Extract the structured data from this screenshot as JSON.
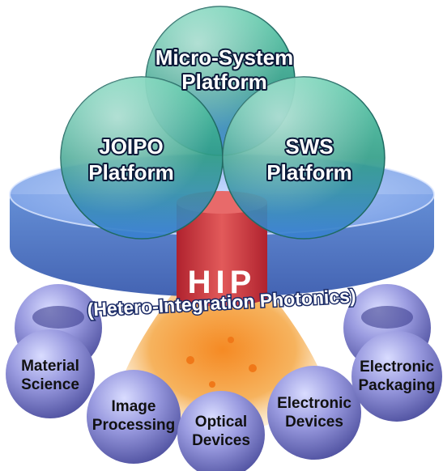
{
  "center": {
    "title": "HIP",
    "subtitle": "(Hetero-Integration Photonics)"
  },
  "platforms": [
    {
      "line1": "Micro-System",
      "line2": "Platform"
    },
    {
      "line1": "JOIPO",
      "line2": "Platform"
    },
    {
      "line1": "SWS",
      "line2": "Platform"
    }
  ],
  "fields": [
    {
      "line1": "Material",
      "line2": "Science"
    },
    {
      "line1": "Image",
      "line2": "Processing"
    },
    {
      "line1": "Optical",
      "line2": "Devices"
    },
    {
      "line1": "Electronic",
      "line2": "Devices"
    },
    {
      "line1": "Electronic",
      "line2": "Packaging"
    }
  ],
  "colors": {
    "platform_top": "#2f9d86",
    "platform_bottom": "#3b7fd0",
    "disk": "#6b96dc",
    "core": "#c8323c",
    "glow": "#f0892a",
    "field_sphere": "#8f8fd2"
  }
}
